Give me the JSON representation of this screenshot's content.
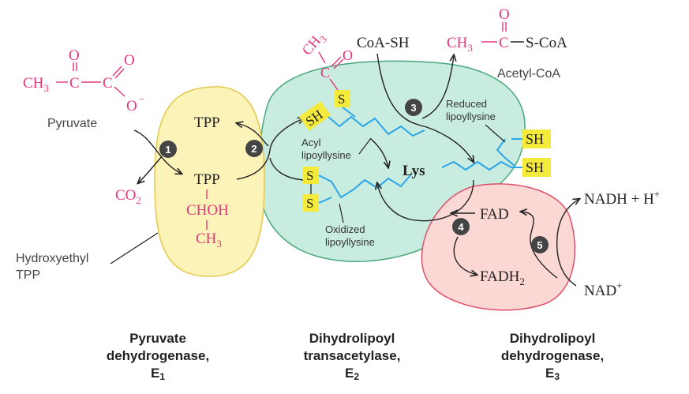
{
  "molecules": {
    "pyruvate": {
      "ch3": "CH3",
      "c1": "C",
      "c2": "C",
      "o_top1": "O",
      "o_top2": "O",
      "o_minus": "O",
      "charge": "−",
      "label": "Pyruvate"
    },
    "co2": "CO2",
    "hydroxyethyl": {
      "line1": "Hydroxyethyl",
      "line2": "TPP"
    },
    "tpp_top": "TPP",
    "tpp_bottom": "TPP",
    "choh": "CHOH",
    "ch3_e1": "CH3",
    "acyl_group": {
      "ch3": "CH3",
      "c": "C",
      "o": "O"
    },
    "coa_sh": "CoA-SH",
    "acetyl_coa": {
      "ch3": "CH3",
      "c": "C",
      "o": "O",
      "s_coa": "S-CoA",
      "label": "Acetyl-CoA"
    },
    "nadh": "NADH + H+",
    "nad": "NAD+",
    "fad": "FAD",
    "fadh2": "FADH2"
  },
  "lipoyl": {
    "acyl_label": "Acyl\nlipoyllysine",
    "reduced_label": "Reduced\nlipoyllysine",
    "oxidized_label": "Oxidized\nlipoyllysine",
    "lys": "Lys",
    "sh": "SH",
    "s": "S"
  },
  "steps": [
    "1",
    "2",
    "3",
    "4",
    "5"
  ],
  "enzymes": {
    "e1": {
      "line1": "Pyruvate",
      "line2": "dehydrogenase,",
      "line3": "E",
      "sub": "1"
    },
    "e2": {
      "line1": "Dihydrolipoyl",
      "line2": "transacetylase,",
      "line3": "E",
      "sub": "2"
    },
    "e3": {
      "line1": "Dihydrolipoyl",
      "line2": "dehydrogenase,",
      "line3": "E",
      "sub": "3"
    }
  },
  "colors": {
    "magenta": "#e5367f",
    "blue": "#2aa6e6",
    "e1_fill": "#fbf3b8",
    "e1_stroke": "#e4c84c",
    "e2_fill": "#c8ece0",
    "e2_stroke": "#4aa878",
    "e3_fill": "#fbd8d4",
    "e3_stroke": "#e0506a",
    "highlight": "#f4ea3c",
    "step_circle": "#444444"
  }
}
